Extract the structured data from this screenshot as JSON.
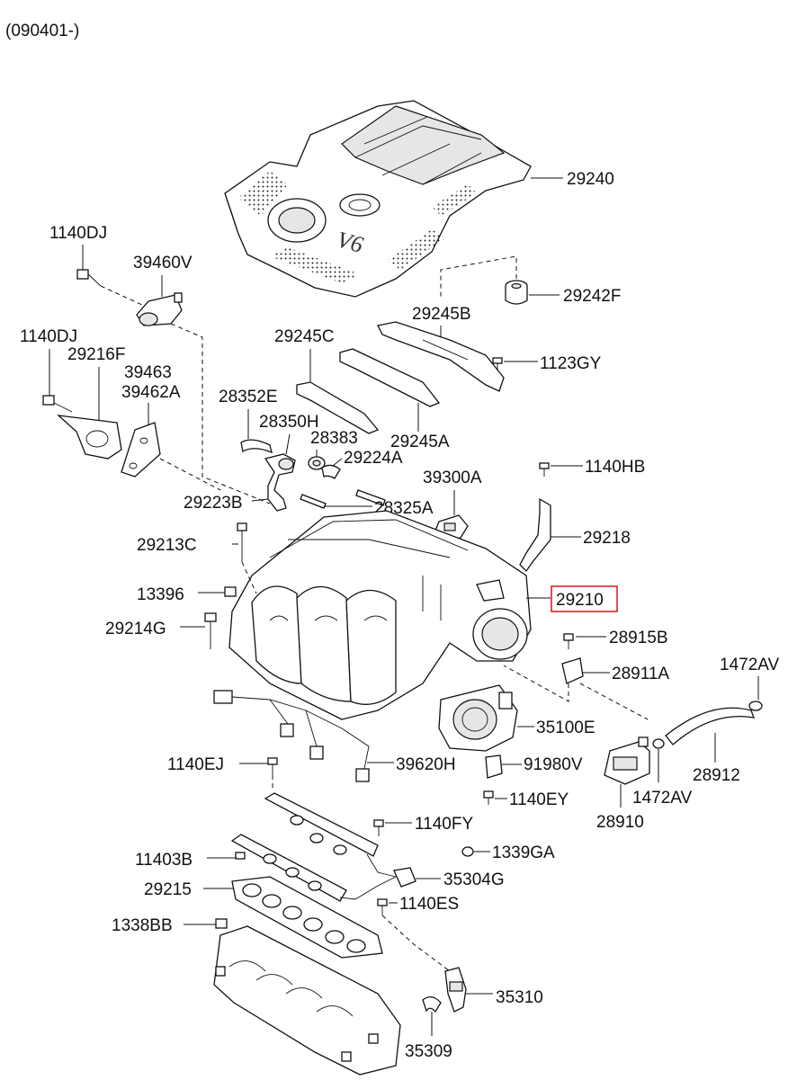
{
  "header": {
    "revision_code": "(090401-)"
  },
  "highlight_color": "#d8262a",
  "highlighted_part": "29210",
  "parts": {
    "p29240": "29240",
    "p29242F": "29242F",
    "p1140DJ_a": "1140DJ",
    "p39460V": "39460V",
    "p29245B": "29245B",
    "p1123GY": "1123GY",
    "p1140DJ_b": "1140DJ",
    "p29245C": "29245C",
    "p29216F": "29216F",
    "p39463": "39463",
    "p39462A": "39462A",
    "p28352E": "28352E",
    "p28350H": "28350H",
    "p28383": "28383",
    "p29245A": "29245A",
    "p29224A": "29224A",
    "p1140HB": "1140HB",
    "p39300A": "39300A",
    "p29223B": "29223B",
    "p28325A": "28325A",
    "p29213C": "29213C",
    "p29218": "29218",
    "p13396": "13396",
    "p29210": "29210",
    "p29214G": "29214G",
    "p28915B": "28915B",
    "p1472AV_a": "1472AV",
    "p28911A": "28911A",
    "p35100E": "35100E",
    "p1140EJ": "1140EJ",
    "p39620H": "39620H",
    "p91980V": "91980V",
    "p28912": "28912",
    "p1140EY": "1140EY",
    "p1472AV_b": "1472AV",
    "p28910": "28910",
    "p1140FY": "1140FY",
    "p11403B": "11403B",
    "p1339GA": "1339GA",
    "p35304G": "35304G",
    "p29215": "29215",
    "p1140ES": "1140ES",
    "p1338BB": "1338BB",
    "p35310": "35310",
    "p35309": "35309"
  }
}
